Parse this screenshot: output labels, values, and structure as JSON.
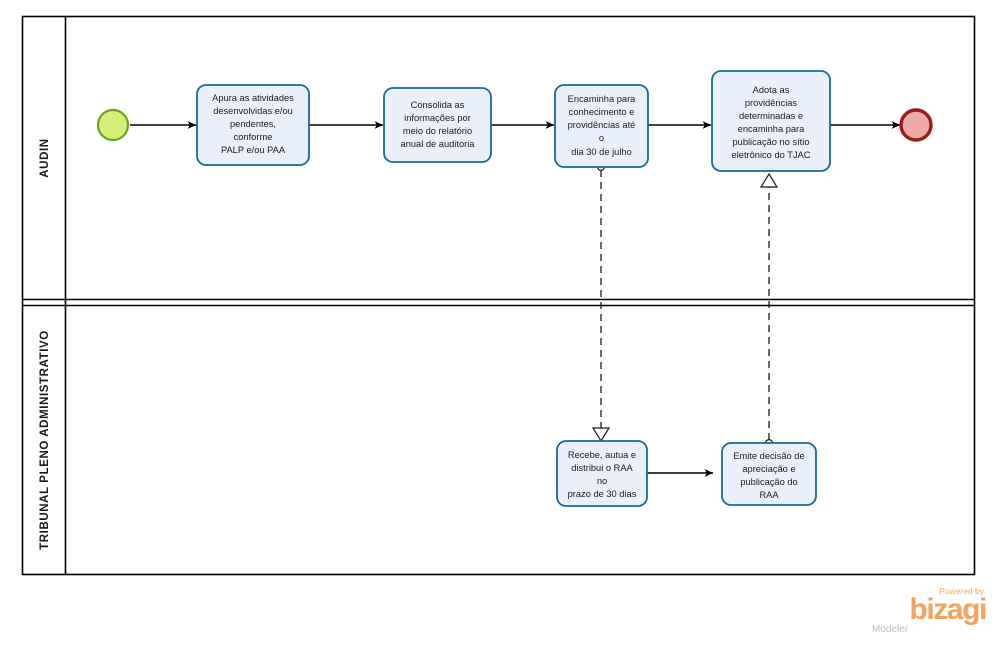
{
  "diagram": {
    "type": "bpmn-collaboration",
    "notation": "BPMN",
    "pool": {
      "lanes": [
        {
          "id": "lane-audin",
          "label": "AUDIN"
        },
        {
          "id": "lane-tribunal",
          "label": "TRIBUNAL PLENO ADMINISTRATIVO"
        }
      ]
    },
    "colors": {
      "task_fill": "#eaf0fb",
      "task_stroke": "#17699c",
      "start_fill": "#d4f07a",
      "start_stroke": "#6aa61b",
      "end_fill": "#eda8a8",
      "end_stroke": "#9e1b1b",
      "flow_stroke": "#000000",
      "pool_stroke": "#000000",
      "bizagi_orange": "#f5a25d"
    },
    "events": [
      {
        "id": "start-event",
        "kind": "start",
        "lane": "lane-audin"
      },
      {
        "id": "end-event",
        "kind": "end",
        "lane": "lane-audin"
      }
    ],
    "tasks": [
      {
        "id": "task-apura",
        "lane": "lane-audin",
        "lines": [
          "Apura as atividades",
          "desenvolvidas e/ou",
          "pendentes,",
          "conforme",
          "PALP e/ou PAA"
        ]
      },
      {
        "id": "task-consolida",
        "lane": "lane-audin",
        "lines": [
          "Consolida as",
          "informações por",
          "meio do relatório",
          "anual de auditoria"
        ]
      },
      {
        "id": "task-encaminha",
        "lane": "lane-audin",
        "lines": [
          "Encaminha para",
          "conhecimento e",
          "providências até",
          "o",
          "dia 30 de julho"
        ]
      },
      {
        "id": "task-adota",
        "lane": "lane-audin",
        "lines": [
          "Adota as",
          "providências",
          "determinadas e",
          "encaminha para",
          "publicação no sítio",
          "eletrônico do TJAC"
        ]
      },
      {
        "id": "task-recebe",
        "lane": "lane-tribunal",
        "lines": [
          "Recebe, autua e",
          "distribui o RAA",
          "no",
          "prazo de 30 dias"
        ]
      },
      {
        "id": "task-emite",
        "lane": "lane-tribunal",
        "lines": [
          "Emite decisão de",
          "apreciação e",
          "publicação do",
          "RAA"
        ]
      }
    ],
    "sequence_flows": [
      {
        "from": "start-event",
        "to": "task-apura"
      },
      {
        "from": "task-apura",
        "to": "task-consolida"
      },
      {
        "from": "task-consolida",
        "to": "task-encaminha"
      },
      {
        "from": "task-encaminha",
        "to": "task-adota"
      },
      {
        "from": "task-adota",
        "to": "end-event"
      },
      {
        "from": "task-recebe",
        "to": "task-emite"
      }
    ],
    "message_flows": [
      {
        "from": "task-encaminha",
        "to": "task-recebe",
        "direction": "down"
      },
      {
        "from": "task-emite",
        "to": "task-adota",
        "direction": "up"
      }
    ]
  },
  "watermark": {
    "powered_by": "Powered by",
    "brand": "bizagi",
    "product": "Modeler"
  }
}
